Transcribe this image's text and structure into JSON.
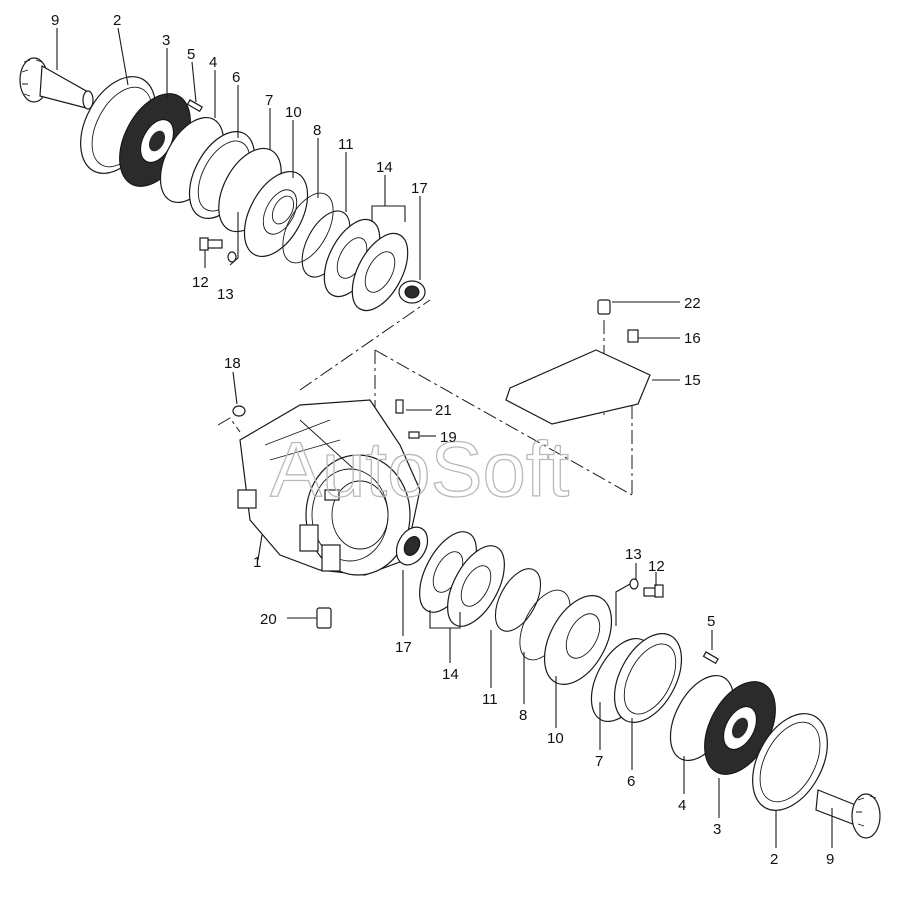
{
  "watermark": "AutoSoft",
  "callouts": {
    "c1": "1",
    "c2a": "2",
    "c2b": "2",
    "c3a": "3",
    "c3b": "3",
    "c4a": "4",
    "c4b": "4",
    "c5a": "5",
    "c5b": "5",
    "c6a": "6",
    "c6b": "6",
    "c7a": "7",
    "c7b": "7",
    "c8a": "8",
    "c8b": "8",
    "c9a": "9",
    "c9b": "9",
    "c10a": "10",
    "c10b": "10",
    "c11a": "11",
    "c11b": "11",
    "c12a": "12",
    "c12b": "12",
    "c13a": "13",
    "c13b": "13",
    "c14a": "14",
    "c14b": "14",
    "c15": "15",
    "c16": "16",
    "c17a": "17",
    "c17b": "17",
    "c18": "18",
    "c19": "19",
    "c20": "20",
    "c21": "21",
    "c22": "22"
  }
}
